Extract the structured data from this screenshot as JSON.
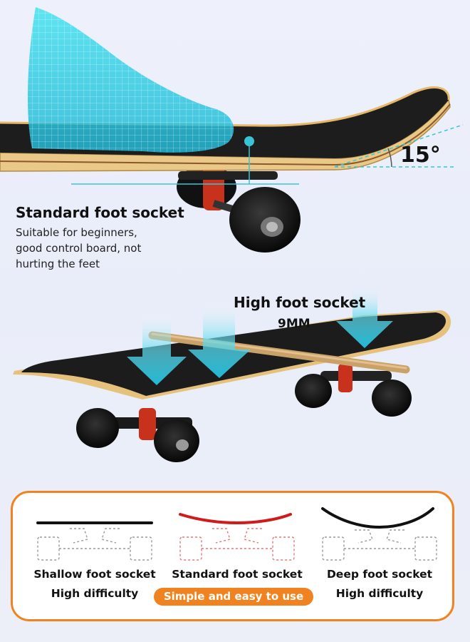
{
  "section_top": {
    "angle_label": "15°",
    "title": "Standard foot socket",
    "description": "Suitable for beginners,\ngood control board, not\nhurting the feet"
  },
  "section_middle": {
    "title": "High foot socket",
    "measure": "9MM"
  },
  "comparison": {
    "accent_color": "#f0831f",
    "items": [
      {
        "title": "Shallow foot socket",
        "subtitle": "High difficulty",
        "board_color": "#111111"
      },
      {
        "title": "Standard foot socket",
        "subtitle": "Simple and easy to use",
        "board_color": "#d11a1a",
        "highlight": true
      },
      {
        "title": "Deep foot socket",
        "subtitle": "High difficulty",
        "board_color": "#111111"
      }
    ]
  }
}
